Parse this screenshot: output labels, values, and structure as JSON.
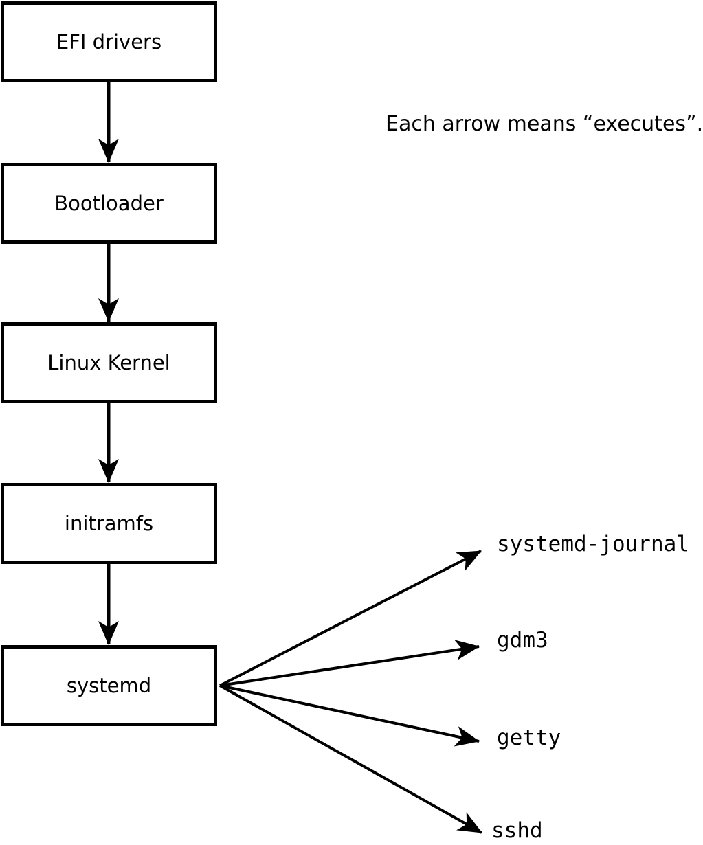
{
  "annotation": "Each arrow means “executes”.",
  "boxes": [
    {
      "label": "EFI drivers"
    },
    {
      "label": "Bootloader"
    },
    {
      "label": "Linux Kernel"
    },
    {
      "label": "initramfs"
    },
    {
      "label": "systemd"
    }
  ],
  "targets": [
    {
      "label": "systemd-journal"
    },
    {
      "label": "gdm3"
    },
    {
      "label": "getty"
    },
    {
      "label": "sshd"
    }
  ],
  "arrow_meaning": "executes",
  "colors": {
    "line": "#000000",
    "box_fill": "#ffffff",
    "background": "#ffffff",
    "text": "#000000"
  }
}
